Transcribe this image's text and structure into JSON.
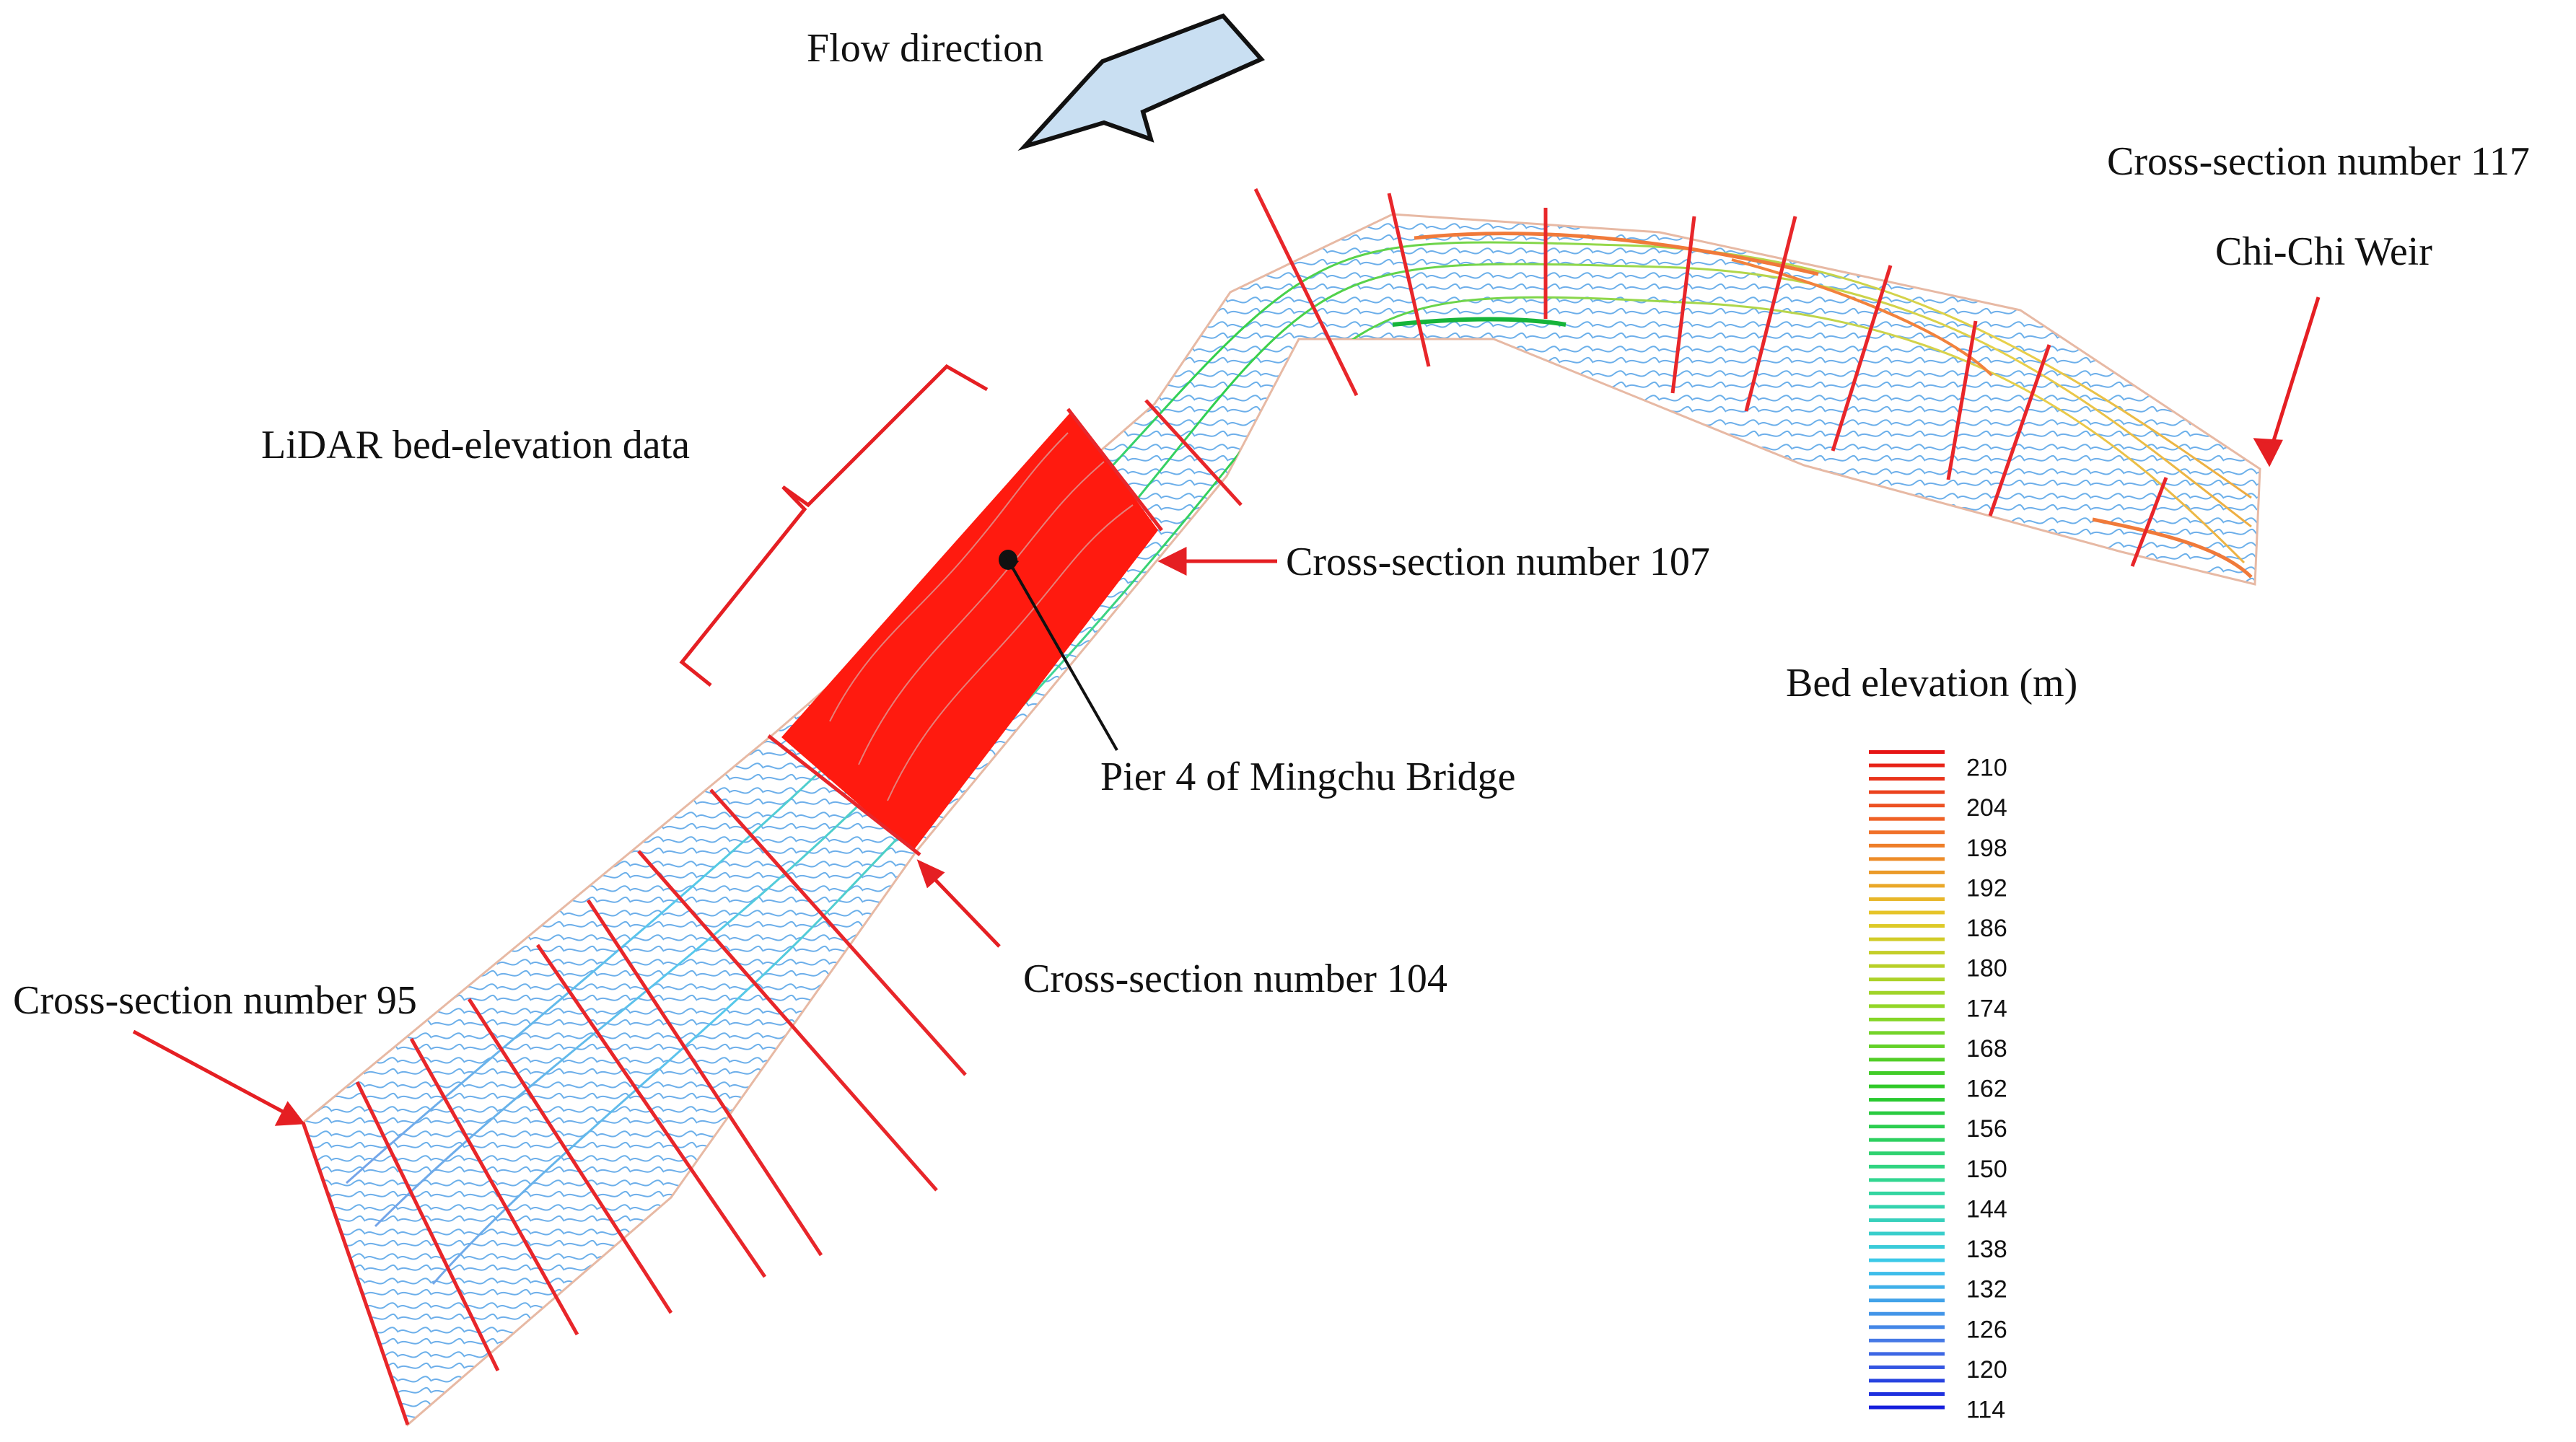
{
  "labels": {
    "flow_direction": "Flow direction",
    "cross_section_117": "Cross-section number 117",
    "chi_chi_weir": "Chi-Chi Weir",
    "lidar": "LiDAR bed-elevation data",
    "cross_section_107": "Cross-section number 107",
    "pier": "Pier 4 of Mingchu Bridge",
    "cross_section_104": "Cross-section number 104",
    "cross_section_95": "Cross-section number 95"
  },
  "legend": {
    "title": "Bed elevation (m)",
    "unit": "m",
    "values": [
      210,
      204,
      198,
      192,
      186,
      180,
      174,
      168,
      162,
      156,
      150,
      144,
      138,
      132,
      126,
      120,
      114
    ]
  },
  "colors": {
    "cross_section_line": "#e8262a",
    "lidar_region": "#ff1a0f",
    "arrow_red": "#e51f23",
    "flow_arrow_fill": "#c9dff2",
    "channel_outline": "#e7b9a4"
  }
}
